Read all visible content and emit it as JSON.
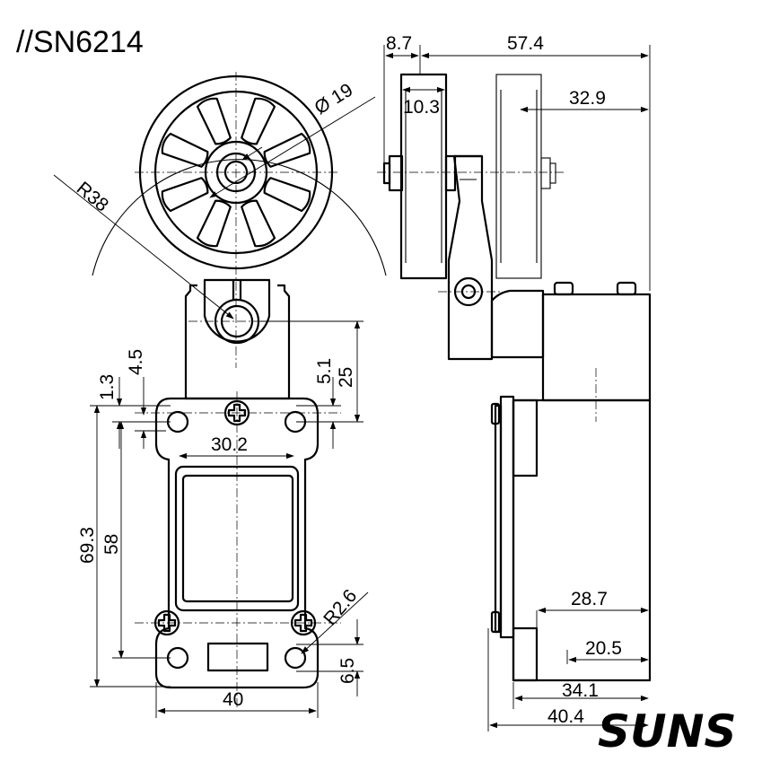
{
  "title": "//SN6214",
  "brand": "SUNS",
  "dimensions": {
    "wheel_diameter": "Ø 19",
    "arm_radius": "R38",
    "d_8_7": "8.7",
    "d_57_4": "57.4",
    "d_10_3": "10.3",
    "d_32_9": "32.9",
    "d_4_5": "4.5",
    "d_1_3": "1.3",
    "d_5_1": "5.1",
    "d_25": "25",
    "d_30_2": "30.2",
    "d_69_3": "69.3",
    "d_58": "58",
    "d_r2_6": "R2.6",
    "d_6_5": "6.5",
    "d_40": "40",
    "d_28_7": "28.7",
    "d_20_5": "20.5",
    "d_34_1": "34.1",
    "d_40_4": "40.4"
  }
}
